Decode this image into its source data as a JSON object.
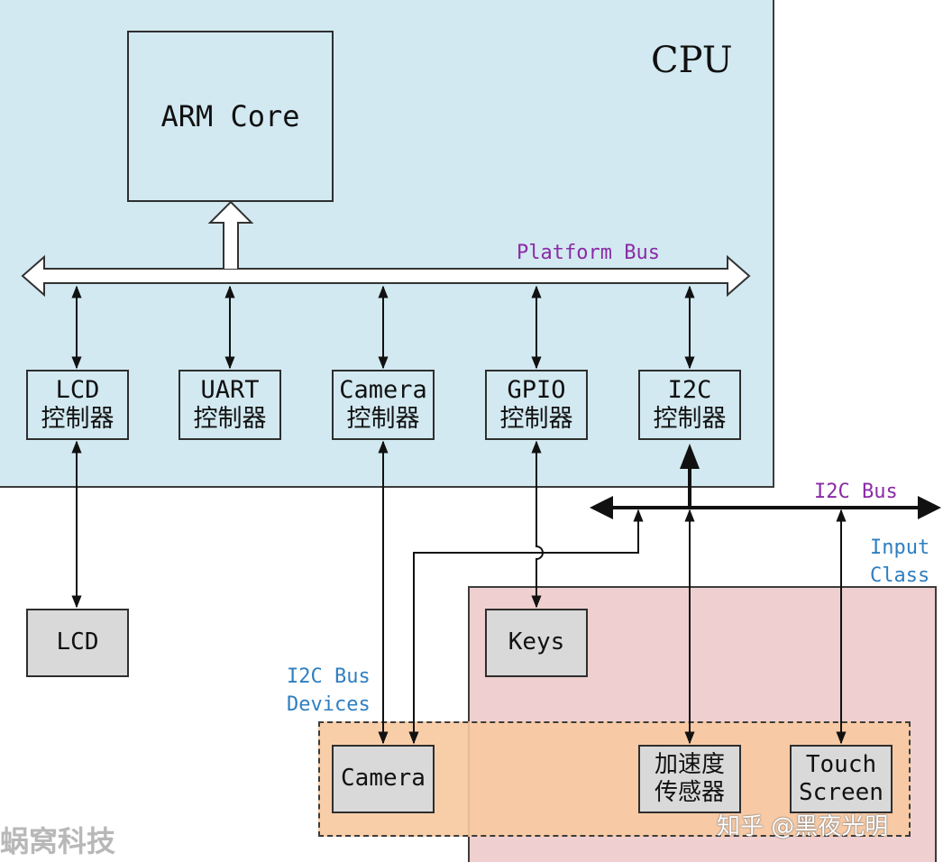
{
  "cpu": {
    "title": "CPU",
    "arm_core": "ARM Core",
    "platform_bus": "Platform Bus",
    "controllers": [
      {
        "name": "LCD",
        "suffix": "控制器"
      },
      {
        "name": "UART",
        "suffix": "控制器"
      },
      {
        "name": "Camera",
        "suffix": "控制器"
      },
      {
        "name": "GPIO",
        "suffix": "控制器"
      },
      {
        "name": "I2C",
        "suffix": "控制器"
      }
    ]
  },
  "i2c_bus": {
    "label": "I2C Bus"
  },
  "input_class": {
    "line1": "Input",
    "line2": "Class"
  },
  "i2c_devices": {
    "line1": "I2C Bus",
    "line2": "Devices"
  },
  "devices": {
    "lcd": "LCD",
    "keys": "Keys",
    "camera": "Camera",
    "accel_line1": "加速度",
    "accel_line2": "传感器",
    "touch_line1": "Touch",
    "touch_line2": "Screen"
  },
  "watermarks": {
    "left": "蜗窝科技",
    "right": "知乎 @黑夜光明"
  },
  "colors": {
    "cpu_bg": "#d2e9f1",
    "input_bg": "#efcfcf",
    "i2c_devices_bg": "#f7c9a0",
    "device_box": "#d9d9d9",
    "bus_label": "#8a2aa6",
    "region_label": "#2f7fc1"
  }
}
